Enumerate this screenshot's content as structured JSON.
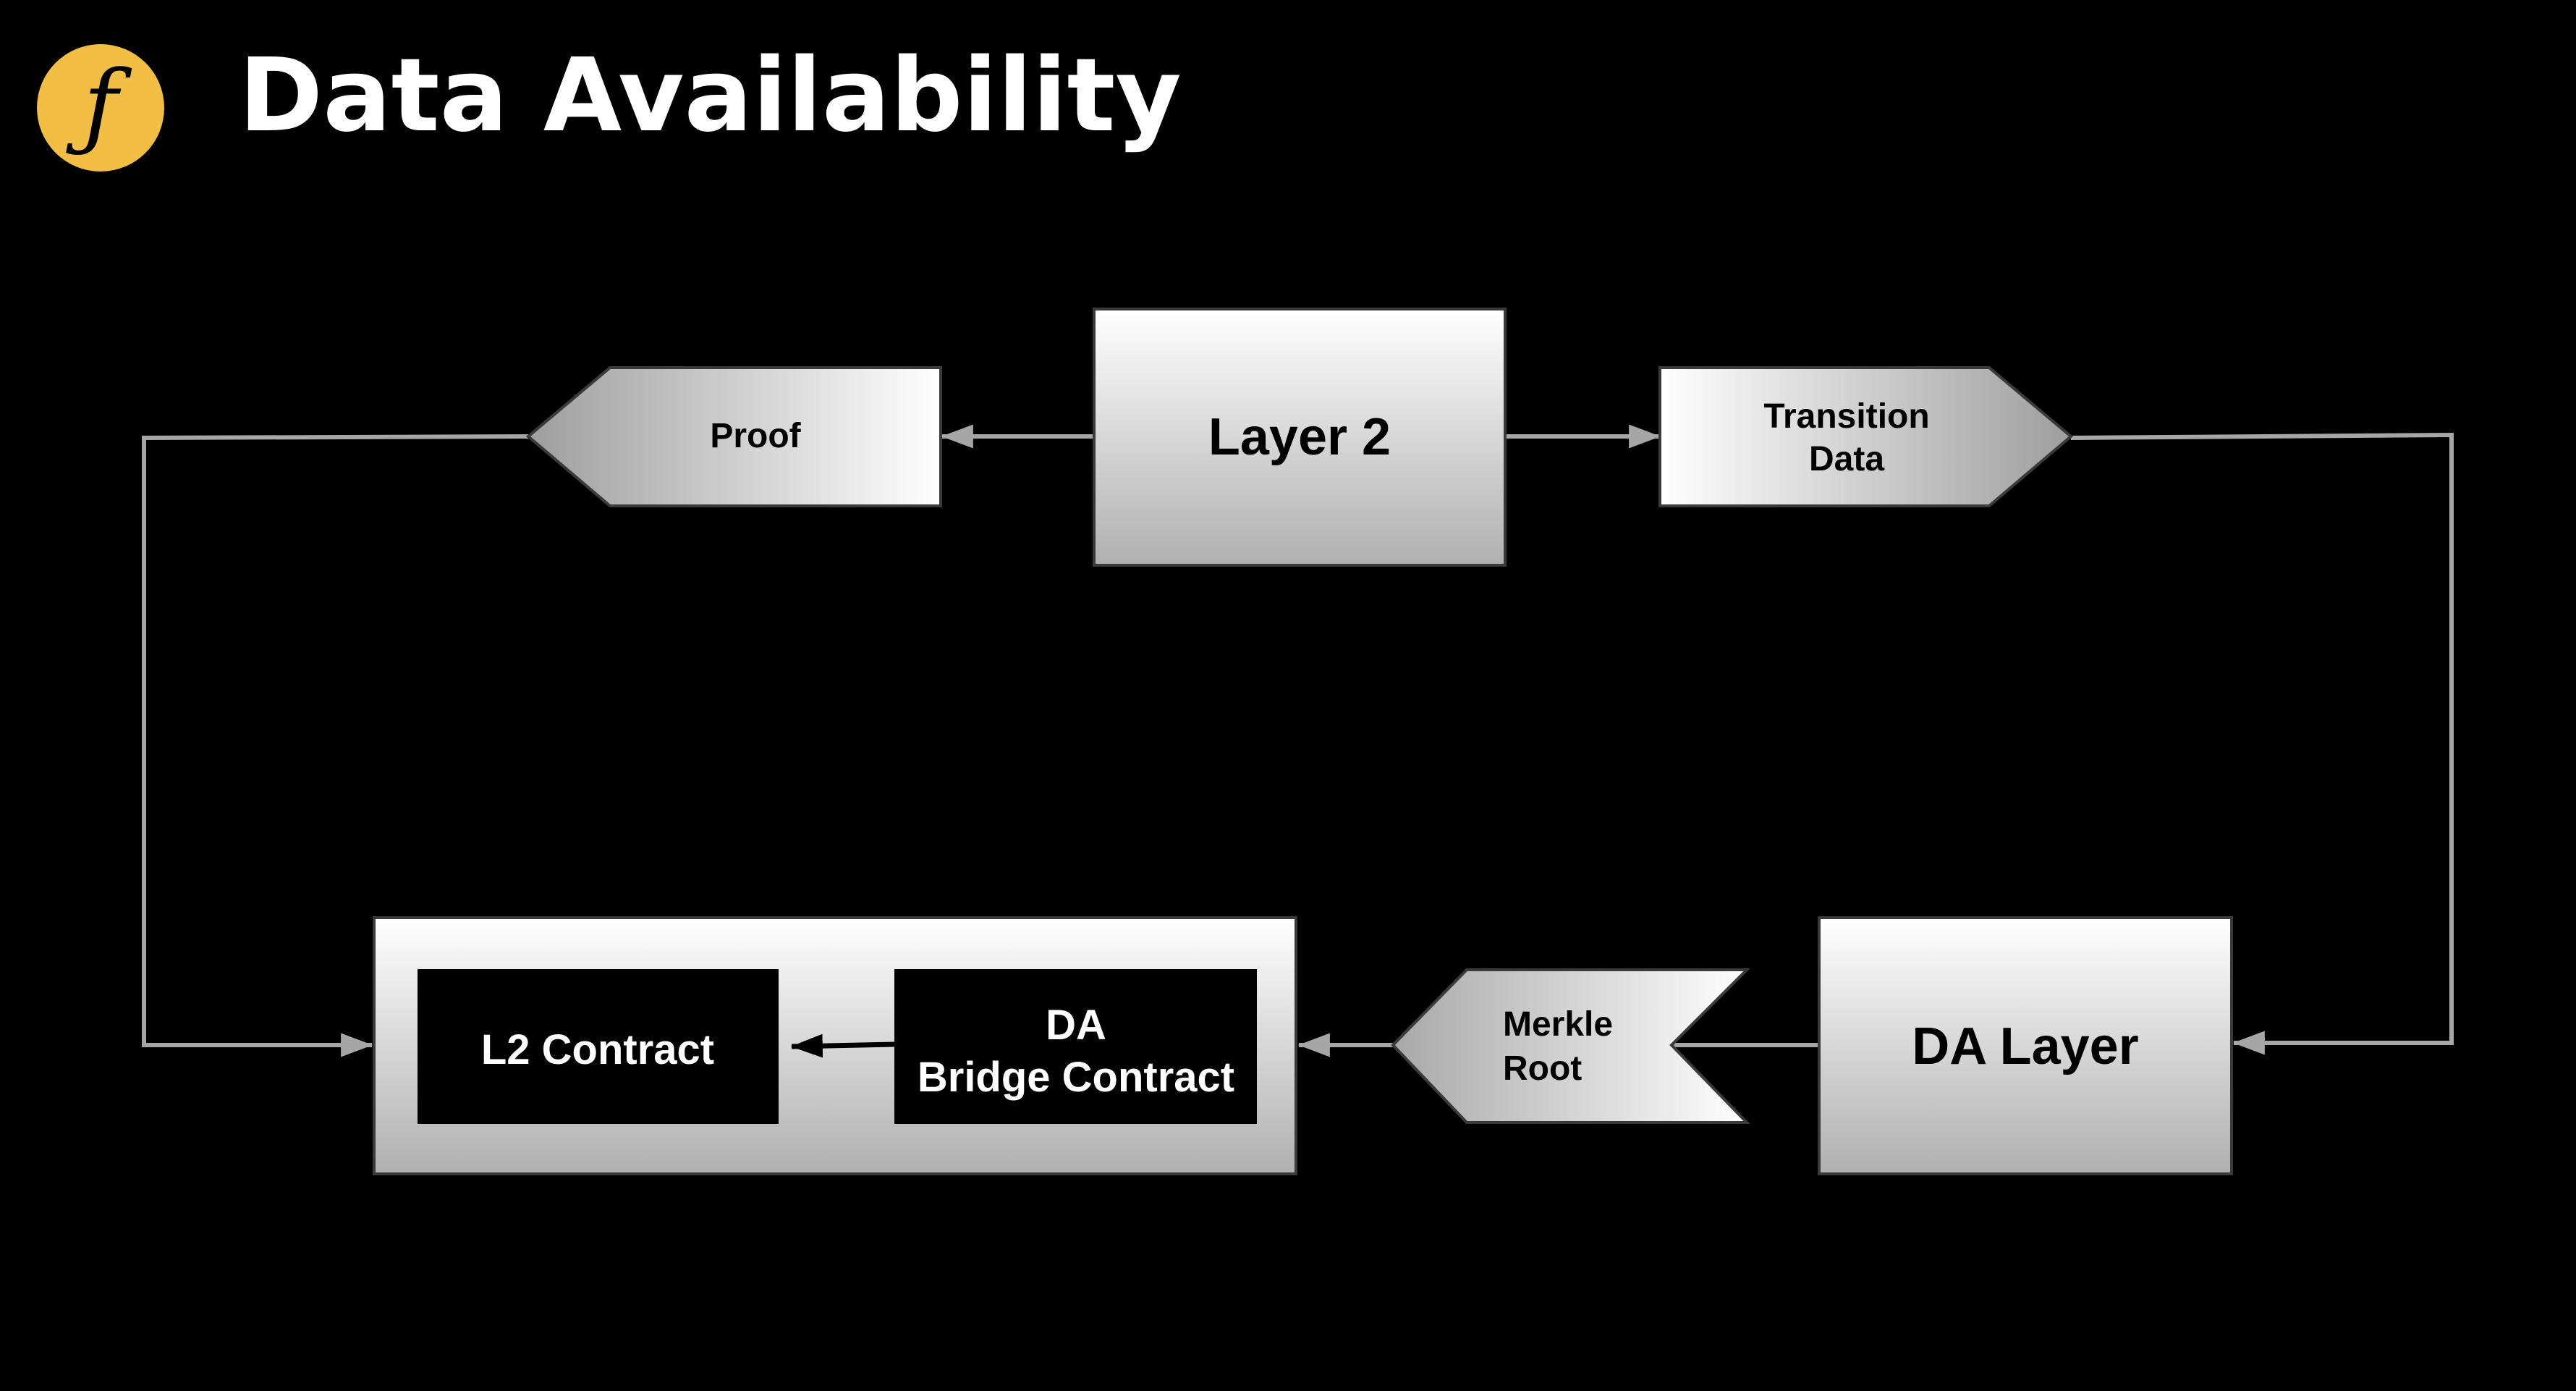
{
  "header": {
    "title": "Data Availability",
    "logo_glyph": "ƒ",
    "logo_color": "#F2BE43"
  },
  "diagram": {
    "layer2": "Layer 2",
    "proof": "Proof",
    "transition_line1": "Transition",
    "transition_line2": "Data",
    "da_layer": "DA Layer",
    "merkle_line1": "Merkle",
    "merkle_line2": "Root",
    "l2_contract": "L2 Contract",
    "bridge_line1": "DA",
    "bridge_line2": "Bridge Contract"
  },
  "colors": {
    "background": "#000000",
    "node_fill_top": "#FFFFFF",
    "node_fill_bottom": "#B0B0B0",
    "connector": "#A6A6A6",
    "inner_box": "#000000"
  }
}
